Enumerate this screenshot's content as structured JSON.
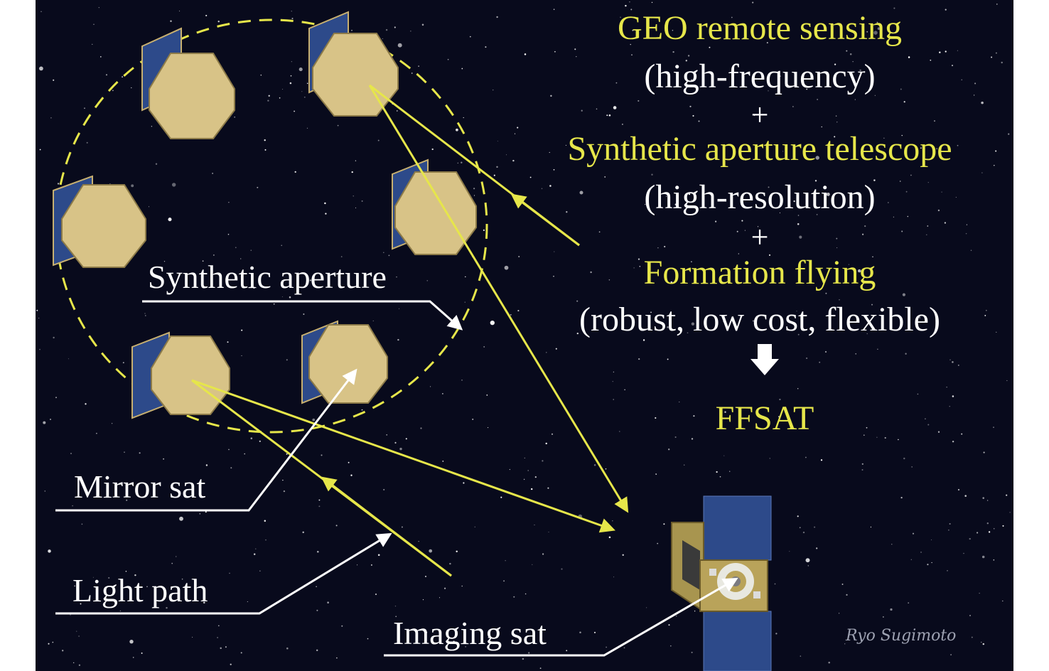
{
  "concept": {
    "lines": [
      {
        "text": "GEO remote sensing",
        "color": "yellow"
      },
      {
        "text": "(high-frequency)",
        "color": "white"
      },
      {
        "text": "+",
        "color": "white"
      },
      {
        "text": "Synthetic aperture telescope",
        "color": "yellow"
      },
      {
        "text": "(high-resolution)",
        "color": "white"
      },
      {
        "text": "+",
        "color": "white"
      },
      {
        "text": "Formation flying",
        "color": "yellow"
      },
      {
        "text": "(robust, low cost, flexible)",
        "color": "white"
      }
    ],
    "result": "FFSAT"
  },
  "labels": {
    "synthetic_aperture": "Synthetic aperture",
    "mirror_sat": "Mirror sat",
    "light_path": "Light path",
    "imaging_sat": "Imaging sat"
  },
  "signature": "Ryo Sugimoto",
  "colors": {
    "background": "#080a1c",
    "accent_yellow": "#e6e64a",
    "mirror_gold": "#d8c387",
    "panel_blue": "#2d4a8a"
  }
}
